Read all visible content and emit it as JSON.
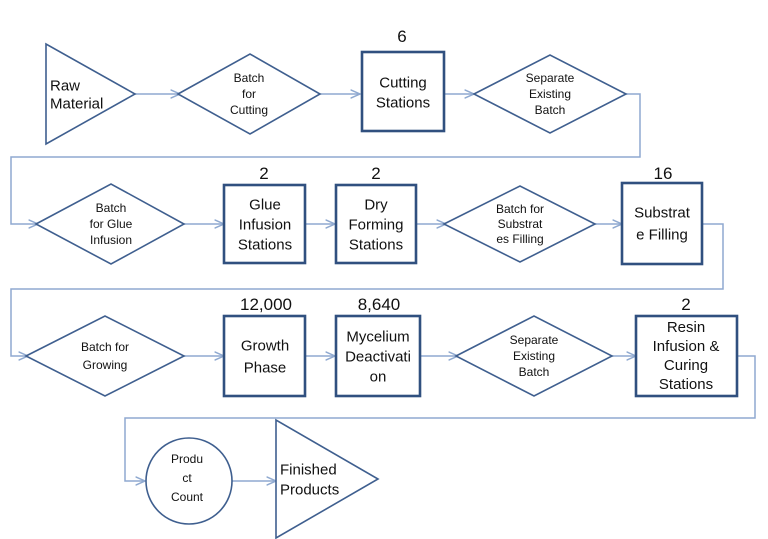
{
  "nodes": {
    "raw_material": {
      "lines": [
        "Raw",
        "Material"
      ]
    },
    "batch_cutting": {
      "lines": [
        "Batch",
        "for",
        "Cutting"
      ]
    },
    "cutting_stations": {
      "lines": [
        "Cutting",
        "Stations"
      ],
      "count": "6"
    },
    "separate_batch_1": {
      "lines": [
        "Separate",
        "Existing",
        "Batch"
      ]
    },
    "batch_glue": {
      "lines": [
        "Batch",
        "for Glue",
        "Infusion"
      ]
    },
    "glue_stations": {
      "lines": [
        "Glue",
        "Infusion",
        "Stations"
      ],
      "count": "2"
    },
    "dry_forming": {
      "lines": [
        "Dry",
        "Forming",
        "Stations"
      ],
      "count": "2"
    },
    "batch_substrates": {
      "lines": [
        "Batch for",
        "Substrat",
        "es Filling"
      ]
    },
    "substrate_filling": {
      "lines": [
        "Substrat",
        "e Filling"
      ],
      "count": "16"
    },
    "batch_growing": {
      "lines": [
        "Batch for",
        "Growing"
      ]
    },
    "growth_phase": {
      "lines": [
        "Growth",
        "Phase"
      ],
      "count": "12,000"
    },
    "mycelium_deactivation": {
      "lines": [
        "Mycelium",
        "Deactivati",
        "on"
      ],
      "count": "8,640"
    },
    "separate_batch_2": {
      "lines": [
        "Separate",
        "Existing",
        "Batch"
      ]
    },
    "resin_stations": {
      "lines": [
        "Resin",
        "Infusion &",
        "Curing",
        "Stations"
      ],
      "count": "2"
    },
    "product_count": {
      "lines": [
        "Produ",
        "ct",
        "Count"
      ]
    },
    "finished_products": {
      "lines": [
        "Finished",
        "Products"
      ]
    }
  }
}
